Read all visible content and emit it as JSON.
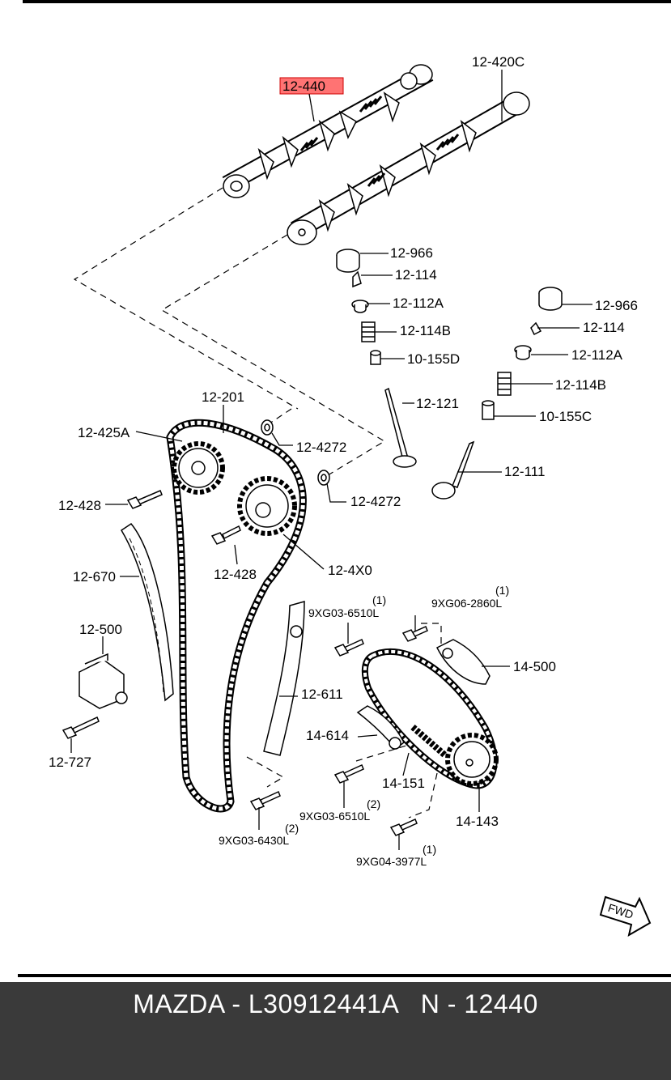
{
  "highlight_color": "#ff0000",
  "footer": {
    "text": "MAZDA - L30912441A   N - 12440"
  },
  "labels": {
    "camshaft_intake": "12-440",
    "camshaft_exhaust": "12-420C",
    "tappet_a": "12-966",
    "keeper_a": "12-114",
    "retainer_a": "12-112A",
    "spring_a": "12-114B",
    "seal_a": "10-155D",
    "valve_a": "12-121",
    "tappet_b": "12-966",
    "keeper_b": "12-114",
    "retainer_b": "12-112A",
    "spring_b": "12-114B",
    "seal_b": "10-155C",
    "valve_b": "12-111",
    "chain": "12-201",
    "sprocket_intake": "12-425A",
    "washer_a": "12-4272",
    "washer_b": "12-4272",
    "bolt_a": "12-428",
    "bolt_b": "12-428",
    "sprocket_exhaust": "12-4X0",
    "guide": "12-670",
    "tensioner": "12-500",
    "tensioner_bolt": "12-727",
    "tensioner_arm": "12-611",
    "bolt_9xg03_6510_top": "9XG03-6510L",
    "bolt_9xg06": "9XG06-2860L",
    "oil_pump_guide": "14-500",
    "oil_tensioner": "14-614",
    "oil_chain": "14-151",
    "oil_sprocket": "14-143",
    "bolt_9xg03_6510_bottom": "9XG03-6510L",
    "bolt_9xg03_6430": "9XG03-6430L",
    "bolt_9xg04": "9XG04-3977L",
    "fwd": "FWD"
  },
  "quantities": {
    "bolt_9xg03_6510_top": "(1)",
    "bolt_9xg06": "(1)",
    "bolt_9xg03_6510_bottom": "(2)",
    "bolt_9xg03_6430": "(2)",
    "bolt_9xg04": "(1)"
  }
}
